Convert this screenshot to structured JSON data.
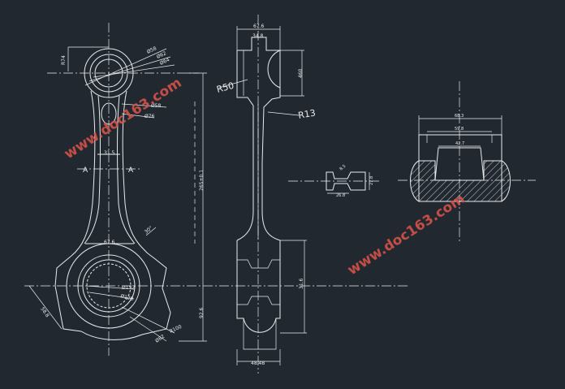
{
  "colors": {
    "background": "#212830",
    "outline": "#e8ecef",
    "watermark": "#d9534a"
  },
  "watermark": {
    "text": "www.doc163.com"
  },
  "front_view": {
    "small_end_height": "R74",
    "d1": "Ø58",
    "d2": "Ø62",
    "d3": "Ø64",
    "d4": "Ø58",
    "d5": "Ø76",
    "shank_width": "31.5",
    "section_left": "A",
    "section_right": "A",
    "angle": "30°",
    "big_end_width": "67.6",
    "big_end_d1": "Ø152",
    "big_end_d2": "Ø128",
    "big_end_d3": "R100",
    "big_end_d4": "Ø82",
    "chamfer": "58.8",
    "center_distance": "265±0.1",
    "lower_height": "92.6"
  },
  "side_view": {
    "top_width_outer": "67.6",
    "top_width_inner": "34.8",
    "right_height": "460",
    "radius_r50": "R50",
    "radius_r13": "R13",
    "lower_height": "31.6",
    "bottom_width": "48.48"
  },
  "section_view": {
    "width": "26.8",
    "height": "27.8",
    "flange": "8.5"
  },
  "detail_view": {
    "outer_width": "68.3",
    "mid_width": "59.8",
    "inner_width": "42.7"
  }
}
